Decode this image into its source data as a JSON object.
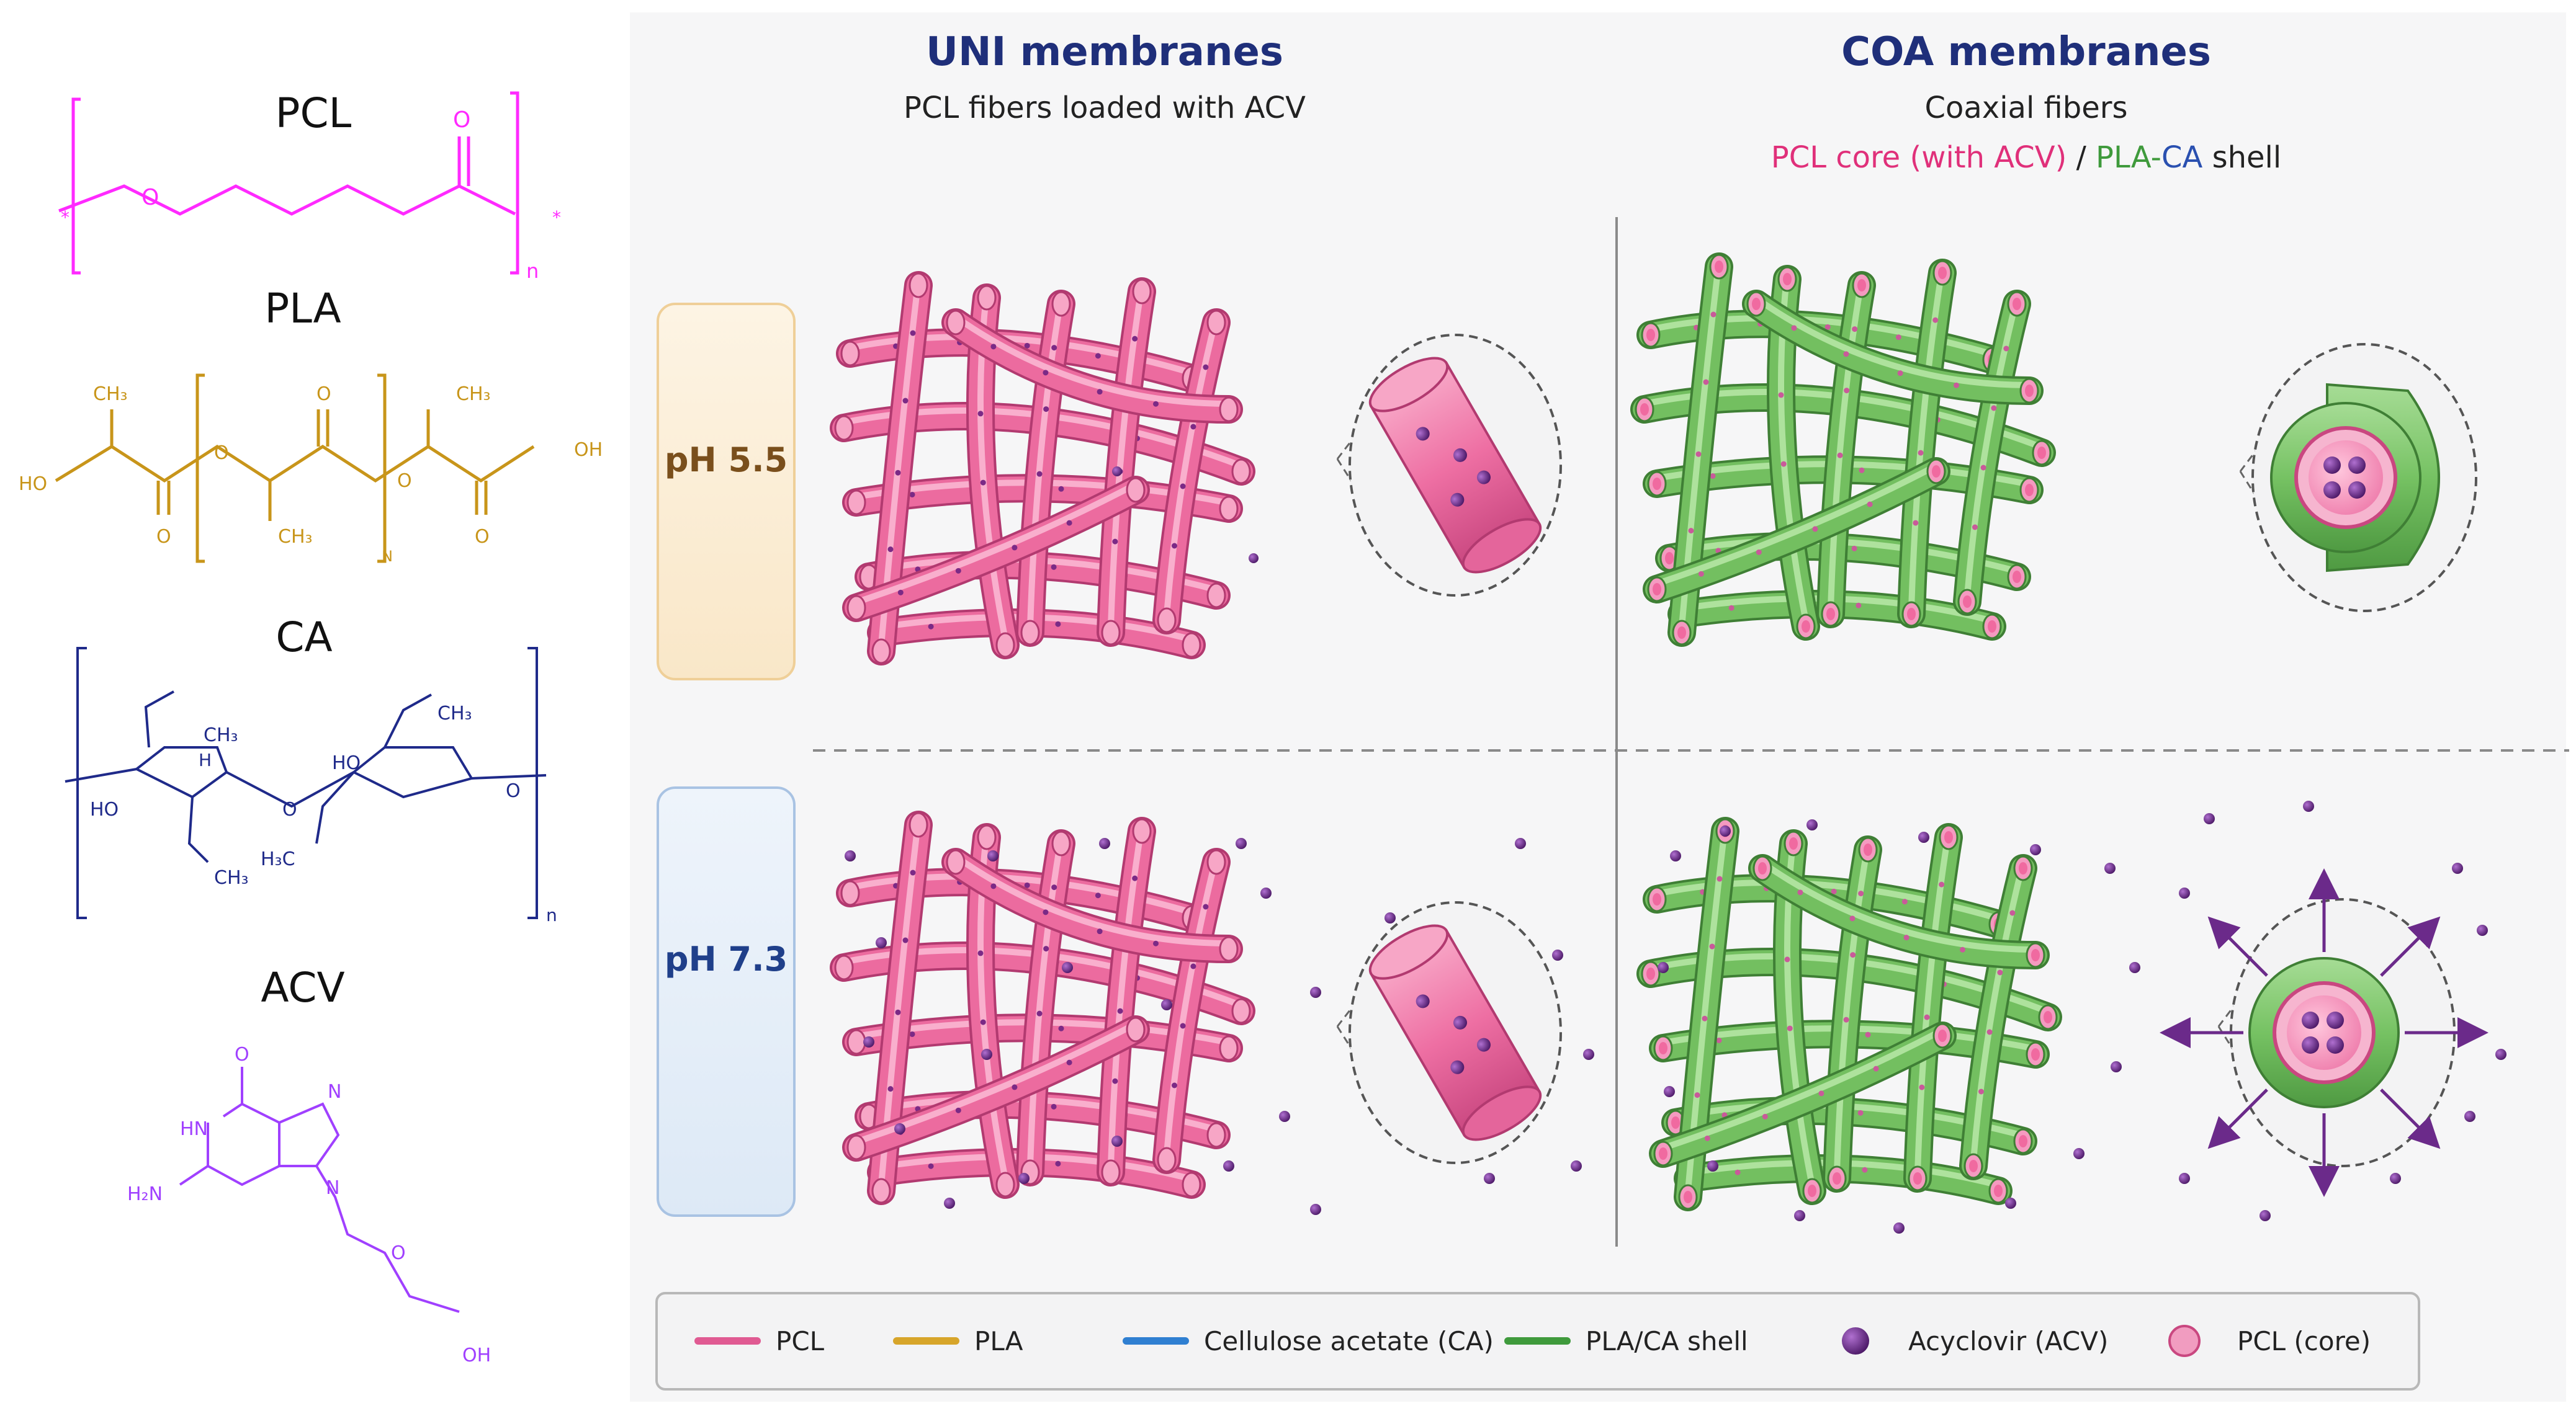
{
  "molecules": {
    "pcl": {
      "name": "PCL",
      "o": "O",
      "n": "n",
      "star": "*"
    },
    "pla": {
      "name": "PLA",
      "ch3": "CH₃",
      "ho": "HO",
      "oh": "OH",
      "o": "O",
      "n": "N"
    },
    "ca": {
      "name": "CA",
      "ch3": "CH₃",
      "h3c": "H₃C",
      "ho": "HO",
      "h": "H",
      "o": "O",
      "n": "n"
    },
    "acv": {
      "name": "ACV",
      "o": "O",
      "hn": "HN",
      "h2n": "H₂N",
      "n": "N",
      "oh": "OH"
    }
  },
  "uni": {
    "title": "UNI membranes",
    "subtitle": "PCL fibers loaded with ACV"
  },
  "coa": {
    "title": "COA membranes",
    "subtitle": "Coaxial fibers",
    "subtitle2_part1": "PCL core (with ACV)",
    "subtitle2_sep": " / ",
    "subtitle2_part2a": "PLA",
    "subtitle2_part2b": "-",
    "subtitle2_part2c": "CA",
    "subtitle2_part3": " shell"
  },
  "conditions": {
    "ph_low": "pH 5.5",
    "ph_high": "pH 7.3"
  },
  "legend": [
    {
      "label": "PCL",
      "color": "#e05a92"
    },
    {
      "label": "PLA",
      "color": "#d7a52a"
    },
    {
      "label": "Cellulose acetate (CA)",
      "color": "#2f7fd1"
    },
    {
      "label": "PLA/CA shell",
      "color": "#3f9a3c"
    },
    {
      "label": "Acyclovir (ACV)",
      "color": "#6b2a8a"
    },
    {
      "label": "PCL (core)",
      "color": "#f19cc0"
    }
  ],
  "colors": {
    "pcl_chem": "#ff2aff",
    "pla_chem": "#c8951a",
    "ca_chem": "#1f2a8a",
    "acv_chem": "#a040ff",
    "title": "#1f2f7a",
    "pink": "#f07aa8",
    "green": "#78c46a",
    "drug": "#6b2a8a"
  }
}
